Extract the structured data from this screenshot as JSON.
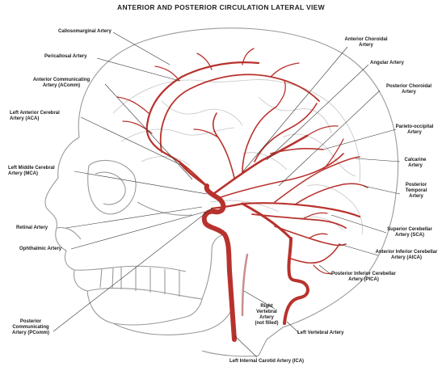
{
  "title": "ANTERIOR AND POSTERIOR CIRCULATION LATERAL VIEW",
  "colors": {
    "artery": "#b8322d",
    "artery_dark": "#8f2623",
    "outline": "#9a9a9a",
    "leader": "#333333"
  },
  "labels": {
    "callosomarginal": "Callosomarginal Artery",
    "pericallosal": "Pericallosal Artery",
    "acomm_1": "Anterior Communicating",
    "acomm_2": "Artery (AComm)",
    "aca_1": "Left Anterior Cerebral",
    "aca_2": "Artery (ACA)",
    "mca_1": "Left Middle Cerebral",
    "mca_2": "Artery (MCA)",
    "retinal": "Retinal Artery",
    "ophthalmic": "Ophthalmic Artery",
    "pcomm_1": "Posterior",
    "pcomm_2": "Communicating",
    "pcomm_3": "Artery (PComm)",
    "ica": "Left Internal Carotid Artery (ICA)",
    "ant_choroidal_1": "Anterior Choroidal",
    "ant_choroidal_2": "Artery",
    "angular": "Angular Artery",
    "post_choroidal_1": "Posterior Choroidal",
    "post_choroidal_2": "Artery",
    "parieto_1": "Parieto-occipital",
    "parieto_2": "Artery",
    "calcarine_1": "Calcarine",
    "calcarine_2": "Artery",
    "post_temporal_1": "Posterior",
    "post_temporal_2": "Temporal",
    "post_temporal_3": "Artery",
    "sca_1": "Superior Cerebellar",
    "sca_2": "Artery (SCA)",
    "aica_1": "Anterior Inferior Cerebellar",
    "aica_2": "Artery (AICA)",
    "pica_1": "Posterior Inferior Cerebellar",
    "pica_2": "Artery (PICA)",
    "rva_1": "Right",
    "rva_2": "Vertebral",
    "rva_3": "Artery",
    "rva_4": "(not filled)",
    "lva": "Left Vertebral Artery"
  }
}
